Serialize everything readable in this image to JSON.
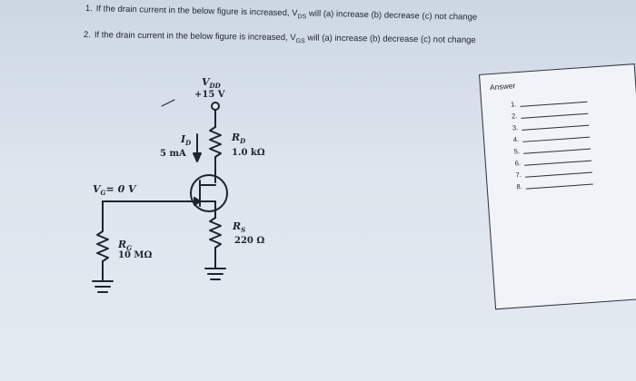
{
  "questions": [
    {
      "number": "1.",
      "text": "If the drain current in the below figure is increased, V",
      "sub": "DS",
      "tail": " will (a) increase (b) decrease (c) not change"
    },
    {
      "number": "2.",
      "text": "If the drain current in the below figure is increased, V",
      "sub": "GS",
      "tail": " will (a) increase (b) decrease (c) not change"
    }
  ],
  "circuit": {
    "vdd_label": "V",
    "vdd_sub": "DD",
    "vdd_value": "+15 V",
    "id_label": "I",
    "id_sub": "D",
    "id_value": "5 mA",
    "rd_label": "R",
    "rd_sub": "D",
    "rd_value": "1.0 kΩ",
    "vg_label": "V",
    "vg_sub": "G",
    "vg_value": "= 0 V",
    "rs_label": "R",
    "rs_sub": "S",
    "rs_value": "220 Ω",
    "rg_label": "R",
    "rg_sub": "G",
    "rg_value": "10 MΩ"
  },
  "answer_sheet": {
    "title": "Answer",
    "rows": [
      "1.",
      "2.",
      "3.",
      "4.",
      "5.",
      "6.",
      "7.",
      "8."
    ]
  }
}
